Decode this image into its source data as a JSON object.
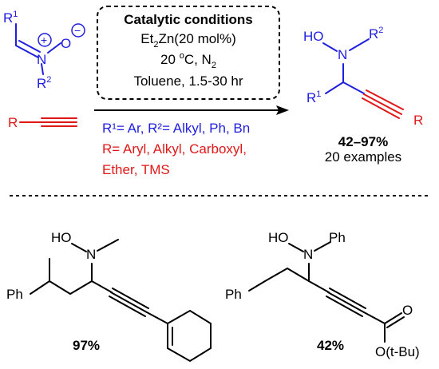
{
  "reaction": {
    "nitrone": {
      "r1": "R",
      "r1_sup": "1",
      "n": "N",
      "o": "O",
      "plus": "+",
      "minus": "−",
      "r2": "R",
      "r2_sup": "2"
    },
    "alkyne": {
      "r": "R"
    },
    "conditions": {
      "title": "Catalytic conditions",
      "line1_a": "Et",
      "line1_sub": "2",
      "line1_b": "Zn(20 mol%)",
      "line2_a": "20 ",
      "line2_sup": "o",
      "line2_b": "C, N",
      "line2_sub": "2",
      "line3": "Toluene, 1.5-30 hr"
    },
    "scope": {
      "line1": "R¹= Ar, R²= Alkyl, Ph, Bn",
      "line2": "R= Aryl, Alkyl, Carboxyl,",
      "line3": "Ether, TMS"
    },
    "product": {
      "ho": "HO",
      "n": "N",
      "r2": "R",
      "r2_sup": "2",
      "r1": "R",
      "r1_sup": "1",
      "r": "R",
      "yield_range": "42–97%",
      "examples": "20 examples"
    }
  },
  "examples": [
    {
      "ho": "HO",
      "n": "N",
      "ph": "Ph",
      "yield": "97%"
    },
    {
      "ho": "HO",
      "n": "N",
      "n_sub": "Ph",
      "ph": "Ph",
      "o": "O",
      "ester": "O(t-Bu)",
      "yield": "42%"
    }
  ],
  "colors": {
    "blue": "#1f1fe0",
    "red": "#e01818",
    "black": "#000000"
  }
}
